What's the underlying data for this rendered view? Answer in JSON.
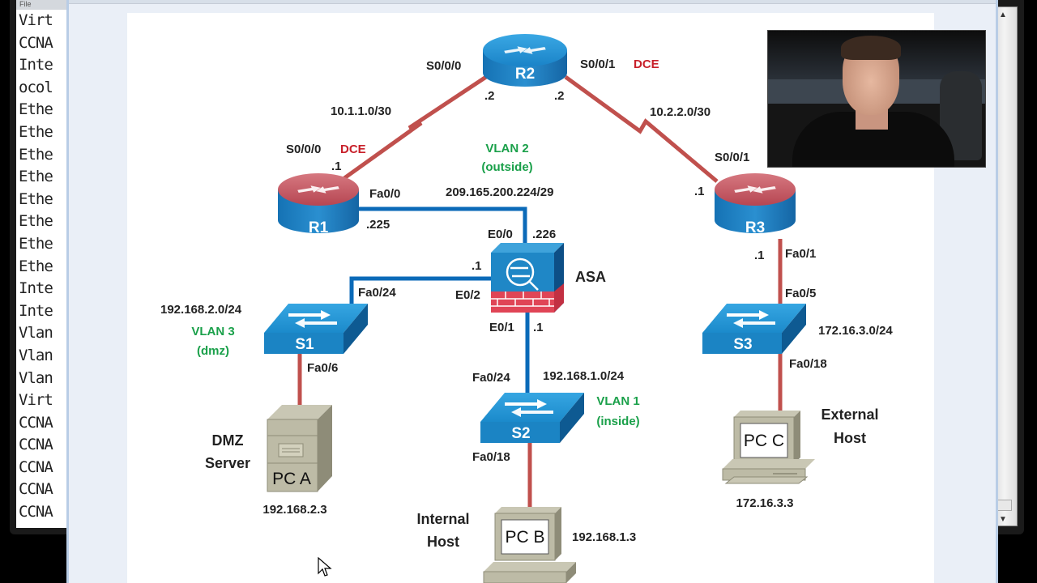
{
  "terminal": {
    "menu": "File",
    "lines": [
      "Virt",
      "CCNA",
      "Inte",
      "ocol",
      "Ethe",
      "Ethe",
      "Ethe",
      "Ethe",
      "Ethe",
      "Ethe",
      "Ethe",
      "Ethe",
      "Inte",
      "Inte",
      "Vlan",
      "Vlan",
      "Vlan",
      "Virt",
      "CCNA",
      "CCNA",
      "CCNA",
      "CCNA",
      "CCNA"
    ]
  },
  "diagram": {
    "colors": {
      "serial_link": "#c0504d",
      "ethernet_blue": "#0b6ab8",
      "router_top_red": "#c45a63",
      "router_body": "#1e7fc0",
      "switch": "#1b8fd0",
      "dce": "#c8202a",
      "vlan": "#1aa04a"
    },
    "devices": {
      "r1": "R1",
      "r2": "R2",
      "r3": "R3",
      "s1": "S1",
      "s2": "S2",
      "s3": "S3",
      "asa": "ASA",
      "pca": "PC A",
      "pcb": "PC B",
      "pcc": "PC C"
    },
    "labels": {
      "r2_s000": "S0/0/0",
      "r2_s001": "S0/0/1",
      "r2_dce": "DCE",
      "r2_left_ip": ".2",
      "r2_right_ip": ".2",
      "net_r1_r2": "10.1.1.0/30",
      "net_r2_r3": "10.2.2.0/30",
      "r1_s000": "S0/0/0",
      "r1_dce": "DCE",
      "r1_serial_ip": ".1",
      "r1_fa00": "Fa0/0",
      "r1_fa_ip": ".225",
      "vlan2": "VLAN 2",
      "vlan2_sub": "(outside)",
      "net_outside": "209.165.200.224/29",
      "r3_s001": "S0/0/1",
      "r3_serial_ip": ".1",
      "r3_fa_ip": ".1",
      "r3_fa01": "Fa0/1",
      "asa_e00": "E0/0",
      "asa_e00_ip": ".226",
      "asa_e02": "E0/2",
      "asa_e02_ip": ".1",
      "asa_e01": "E0/1",
      "asa_e01_ip": ".1",
      "s1_fa024": "Fa0/24",
      "s1_fa06": "Fa0/6",
      "net_dmz": "192.168.2.0/24",
      "vlan3": "VLAN 3",
      "vlan3_sub": "(dmz)",
      "s2_fa024": "Fa0/24",
      "s2_fa018": "Fa0/18",
      "net_inside": "192.168.1.0/24",
      "vlan1": "VLAN 1",
      "vlan1_sub": "(inside)",
      "s3_fa05": "Fa0/5",
      "s3_fa018": "Fa0/18",
      "net_external": "172.16.3.0/24",
      "dmz_server_1": "DMZ",
      "dmz_server_2": "Server",
      "pca_ip": "192.168.2.3",
      "internal_host_1": "Internal",
      "internal_host_2": "Host",
      "pcb_ip": "192.168.1.3",
      "external_host_1": "External",
      "external_host_2": "Host",
      "pcc_ip": "172.16.3.3"
    }
  },
  "webcam": {
    "description": "presenter video inset"
  }
}
